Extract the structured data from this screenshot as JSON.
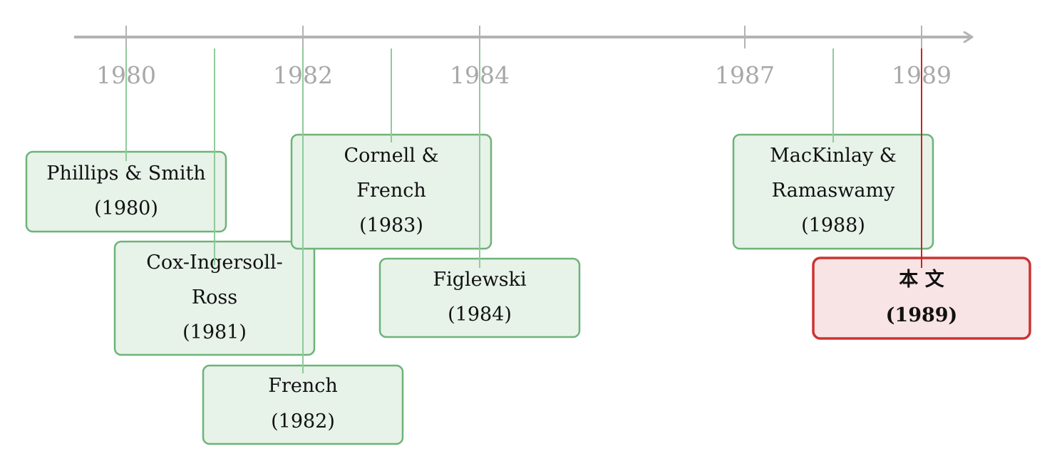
{
  "axis": {
    "tick_labels": [
      "1980",
      "1982",
      "1984",
      "1987",
      "1989"
    ]
  },
  "nodes": [
    {
      "id": "phillips-smith",
      "lines": [
        "Phillips & Smith",
        "(1980)"
      ],
      "style": "normal"
    },
    {
      "id": "cox-ingersoll-ross",
      "lines": [
        "Cox-Ingersoll-",
        "Ross",
        "(1981)"
      ],
      "style": "normal"
    },
    {
      "id": "french",
      "lines": [
        "French",
        "(1982)"
      ],
      "style": "normal"
    },
    {
      "id": "cornell-french",
      "lines": [
        "Cornell &",
        "French",
        "(1983)"
      ],
      "style": "normal"
    },
    {
      "id": "figlewski",
      "lines": [
        "Figlewski",
        "(1984)"
      ],
      "style": "normal"
    },
    {
      "id": "mackinlay-ramaswamy",
      "lines": [
        "MacKinlay &",
        "Ramaswamy",
        "(1988)"
      ],
      "style": "normal"
    },
    {
      "id": "this-paper",
      "lines": [
        "本 文",
        "(1989)"
      ],
      "style": "highlight"
    }
  ],
  "colors": {
    "axis": "#b3b3b3",
    "tick_label": "#a8a8a8",
    "connector": "#8fcb9b",
    "box_fill": "#e7f2e8",
    "box_stroke": "#6db378",
    "highlight_fill": "#f8e4e4",
    "highlight_stroke": "#cc3333",
    "highlight_connector": "#cc2222",
    "text": "#111111"
  }
}
